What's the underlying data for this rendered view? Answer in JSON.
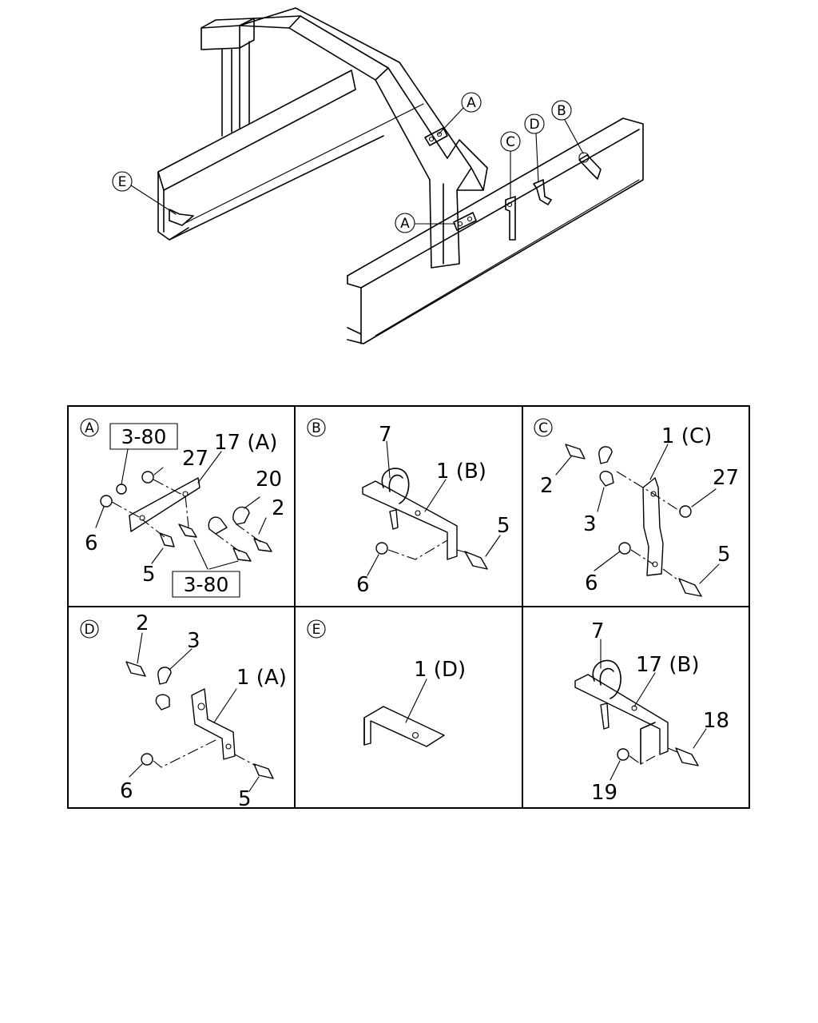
{
  "overview": {
    "callouts": [
      "A",
      "A",
      "B",
      "C",
      "D",
      "E"
    ]
  },
  "panels": [
    {
      "id": "A",
      "labels": [
        "27",
        "17 (A)",
        "20",
        "2",
        "6",
        "5"
      ],
      "refs": [
        "3-80",
        "3-80"
      ]
    },
    {
      "id": "B",
      "labels": [
        "7",
        "1 (B)",
        "5",
        "6"
      ]
    },
    {
      "id": "C",
      "labels": [
        "1 (C)",
        "2",
        "3",
        "27",
        "6",
        "5"
      ]
    },
    {
      "id": "D",
      "labels": [
        "2",
        "3",
        "1 (A)",
        "6",
        "5"
      ]
    },
    {
      "id": "E",
      "labels": [
        "1 (D)"
      ]
    },
    {
      "id": "F",
      "labels": [
        "7",
        "17 (B)",
        "18",
        "19"
      ]
    }
  ]
}
